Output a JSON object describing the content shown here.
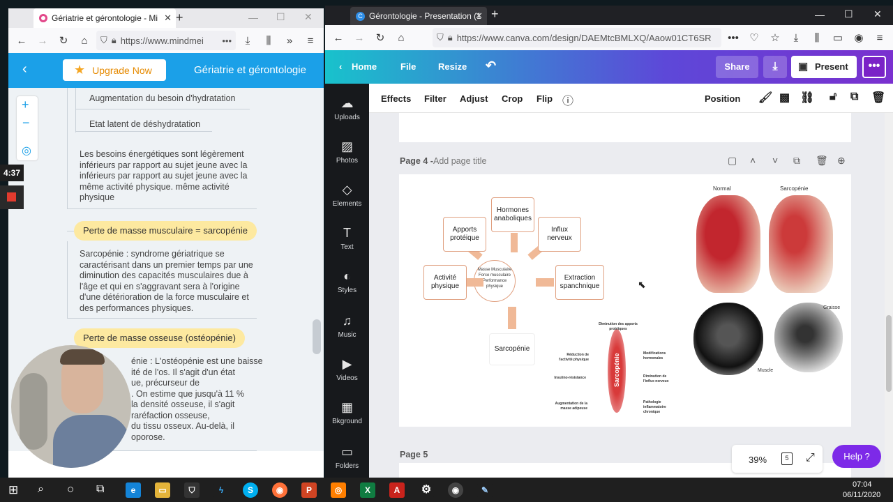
{
  "left_window": {
    "tab_title": "Gériatrie et gérontologie - Mi",
    "url": "https://www.mindmei",
    "upgrade_label": "Upgrade Now",
    "map_title": "Gériatrie et gérontologie",
    "nodes": {
      "hydration_need": "Augmentation du besoin d'hydratation",
      "dehydration": "Etat latent de déshydratation",
      "energy": "Les besoins énergétiques sont légèrement inférieurs par rapport au sujet jeune avec la inférieurs par rapport au sujet jeune avec la même activité physique. même activité physique",
      "sarcopenia_title": "Perte de masse musculaire = sarcopénie",
      "sarcopenia_text": "Sarcopénie : syndrome gériatrique se caractérisant dans un premier temps par une diminution des capacités musculaires due à l'âge et qui en s'aggravant sera à l'origine d'une détérioration de la force musculaire et des performances physiques.",
      "osteo_title": "Perte de masse osseuse (ostéopénie)",
      "osteo_lines": [
        "énie : L'ostéopénie est une baisse",
        "ité de l'os. Il s'agit d'un état",
        "ue, précurseur de",
        ". On estime que jusqu'à 11 %",
        "la densité osseuse, il s'agit",
        "raréfaction osseuse,",
        "du tissu osseux. Au-delà, il",
        "oporose."
      ]
    }
  },
  "recorder": {
    "time": "4:37"
  },
  "right_window": {
    "tab_title": "Gérontologie - Presentation (1",
    "url": "https://www.canva.com/design/DAEMtcBMLXQ/Aaow01CT6SR",
    "menu": {
      "home": "Home",
      "file": "File",
      "resize": "Resize",
      "share": "Share",
      "present": "Present"
    },
    "toolbar": {
      "effects": "Effects",
      "filter": "Filter",
      "adjust": "Adjust",
      "crop": "Crop",
      "flip": "Flip",
      "position": "Position"
    },
    "sidebar": [
      "Uploads",
      "Photos",
      "Elements",
      "Text",
      "Styles",
      "Music",
      "Videos",
      "Bkground",
      "Folders"
    ],
    "page4_label": "Page 4 - ",
    "page4_title": "Add page title",
    "page5_label": "Page 5",
    "zoom": "39%",
    "page_count": "5",
    "help": "Help ?"
  },
  "diagram": {
    "hormones": "Hormones anaboliques",
    "apports": "Apports protéique",
    "influx": "Influx nerveux",
    "activite": "Activité physique",
    "extraction": "Extraction spanchnique",
    "sarcopenie": "Sarcopénie",
    "center": [
      "Masse Musculaire",
      "Force musculaire",
      "Performance physique"
    ]
  },
  "side_diagram": {
    "top": "Diminution des apports protéiques",
    "r1": "Modifications hormonales",
    "l1": "Réduction de l'activité physique",
    "r2": "Diminution de l'influx nerveux",
    "l2": "Insulino-résistance",
    "r3": "Pathologie inflammatoire chronique",
    "l3": "Augmentation de la masse adipeuse",
    "muscle": "Sarcopénie"
  },
  "anatomy": {
    "normal": "Normal",
    "sarco": "Sarcopénie",
    "graisse": "Graisse",
    "muscle": "Muscle"
  },
  "taskbar": {
    "time": "07:04",
    "date": "06/11/2020"
  }
}
